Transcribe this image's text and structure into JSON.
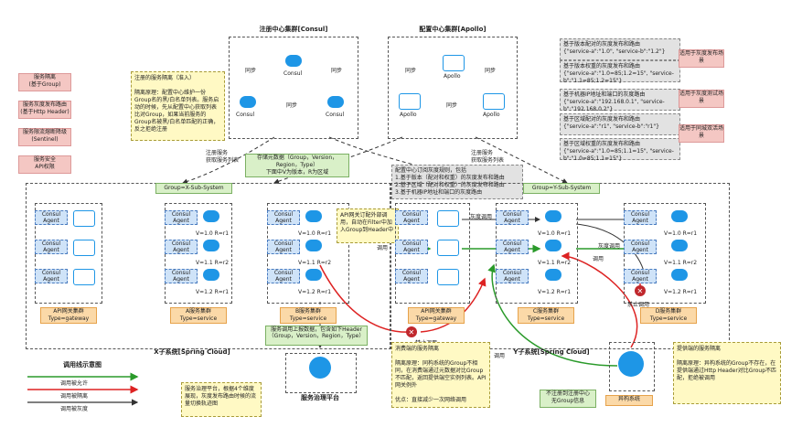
{
  "top": {
    "consul_title": "注册中心集群[Consul]",
    "apollo_title": "配置中心集群[Apollo]",
    "consul_nodes": [
      "Consul",
      "Consul",
      "Consul"
    ],
    "apollo_nodes": [
      "Apollo",
      "Apollo",
      "Apollo"
    ],
    "sync_label": "同步"
  },
  "left_legend": {
    "items": [
      "服务隔离\n(基于Group)",
      "服务灰度发布路由\n(基于Http Header)",
      "服务限流熔断降级\n(Sentinel)",
      "服务安全\nAPI权限"
    ]
  },
  "notes": {
    "register_isolation": "注册的服务隔离（准入）\n\n隔离原理：配置中心维护一份Group名的黑/白名单列表。服务启动的时候，先从配置中心获取列表比对Group，如果当前服务的Group名被黑/白名单匹配的正确，反之拒绝注册",
    "storage_meta": "存储元数据（Group，Version，Region，Type）\n下面中V为版本，R为区域",
    "register_label": "注册服务\n获取服务列表",
    "register_label_2": "注册服务\n获取服务列表",
    "config_routes": "配置中心订阅灰度规则，包括\n1.基于版本（配对和权重）的灰度发布和路由\n2.基于区域（配对和权重）的灰度发布和路由\n3.基于机器IP地址和端口的灰度路由",
    "group_x": "Group=X-Sub-System",
    "group_y": "Group=Y-Sub-System",
    "api_gateway_note": "API网关订配外部调用，自动在Filter中加入Group到Header中",
    "service_call_note": "服务调用上报数据，包含如下Header（Group，Version，Region，Type）",
    "governance_note": "服务治理平台，根据4个维度展现，灰度发布路由时候的流量切换轨迹图",
    "consumer_isolation": "消费端的服务隔离\n\n隔离原理：同构系统的Group不相同，在消费端通过元数据对比Group不匹配，返回提供端空实例列表。API网关例外\n\n优点：直接减少一次网络调用",
    "provider_isolation": "提供端的服务隔离\n\n隔离原理：异构系统的Group不存在，在提供端通过Http Header对比Group不匹配，拒绝被调用",
    "not_registered": "不注册到注册中心\n无Group信息"
  },
  "gray_rules": [
    "基于版本配对的灰度发布和路由\n{\"service-a\":\"1.0\", \"service-b\":\"1.2\"}",
    "基于版本权重的灰度发布和路由\n{\"service-a\":\"1.0=85;1.2=15\", \"service-b\":\"1.1=85;1.2=15\"}",
    "基于机器IP地址和端口的灰度路由\n{\"service-a\":\"192.168.0.1\", \"service-b\":\"192.168.0.2\"}",
    "基于区域配对的灰度发布和路由\n{\"service-a\":\"r1\", \"service-b\":\"r1\"}",
    "基于区域权重的灰度发布和路由\n{\"service-a\":\"1.0=85;1.1=15\", \"service-b\":\"1.0=85;1.1=15\"}"
  ],
  "gray_scenes": [
    "适用于灰度发布场景",
    "适用于灰度测试场景",
    "适用于同城双活场景"
  ],
  "x_system": {
    "title": "X子系统[Spring Cloud]",
    "agent": "Consul\nAgent",
    "clusters": [
      {
        "name": "API网关集群\nType=gateway",
        "labels": [
          "",
          "",
          ""
        ]
      },
      {
        "name": "A服务集群\nType=service",
        "labels": [
          "V=1.0 R=r1",
          "V=1.1 R=r2",
          "V=1.2 R=r1"
        ]
      },
      {
        "name": "B服务集群\nType=service",
        "labels": [
          "V=1.0 R=r1",
          "V=1.1 R=r2",
          "V=1.2 R=r1"
        ]
      }
    ]
  },
  "y_system": {
    "title": "Y子系统[Spring Cloud]",
    "clusters": [
      {
        "name": "API网关集群\nType=gateway",
        "labels": [
          "",
          "",
          ""
        ]
      },
      {
        "name": "C服务集群\nType=service",
        "labels": [
          "V=1.0 R=r1",
          "V=1.1 R=r2",
          "V=1.2 R=r1"
        ]
      },
      {
        "name": "D服务集群\nType=service",
        "labels": [
          "V=1.0 R=r1",
          "V=1.1 R=r2",
          "V=1.2 R=r1"
        ]
      }
    ],
    "hetero": "异构系统"
  },
  "edge_labels": {
    "call": "调用",
    "gray_call": "灰度调用",
    "forbid_call": "禁止调用",
    "forbid_call_2": "禁止调用",
    "call_2": "调用",
    "call_3": "调用"
  },
  "governance": {
    "title": "服务治理平台"
  },
  "legend": {
    "title": "调用线示意图",
    "allow": "调用被允许",
    "isolate": "调用被隔离",
    "gray": "调用被灰度"
  }
}
